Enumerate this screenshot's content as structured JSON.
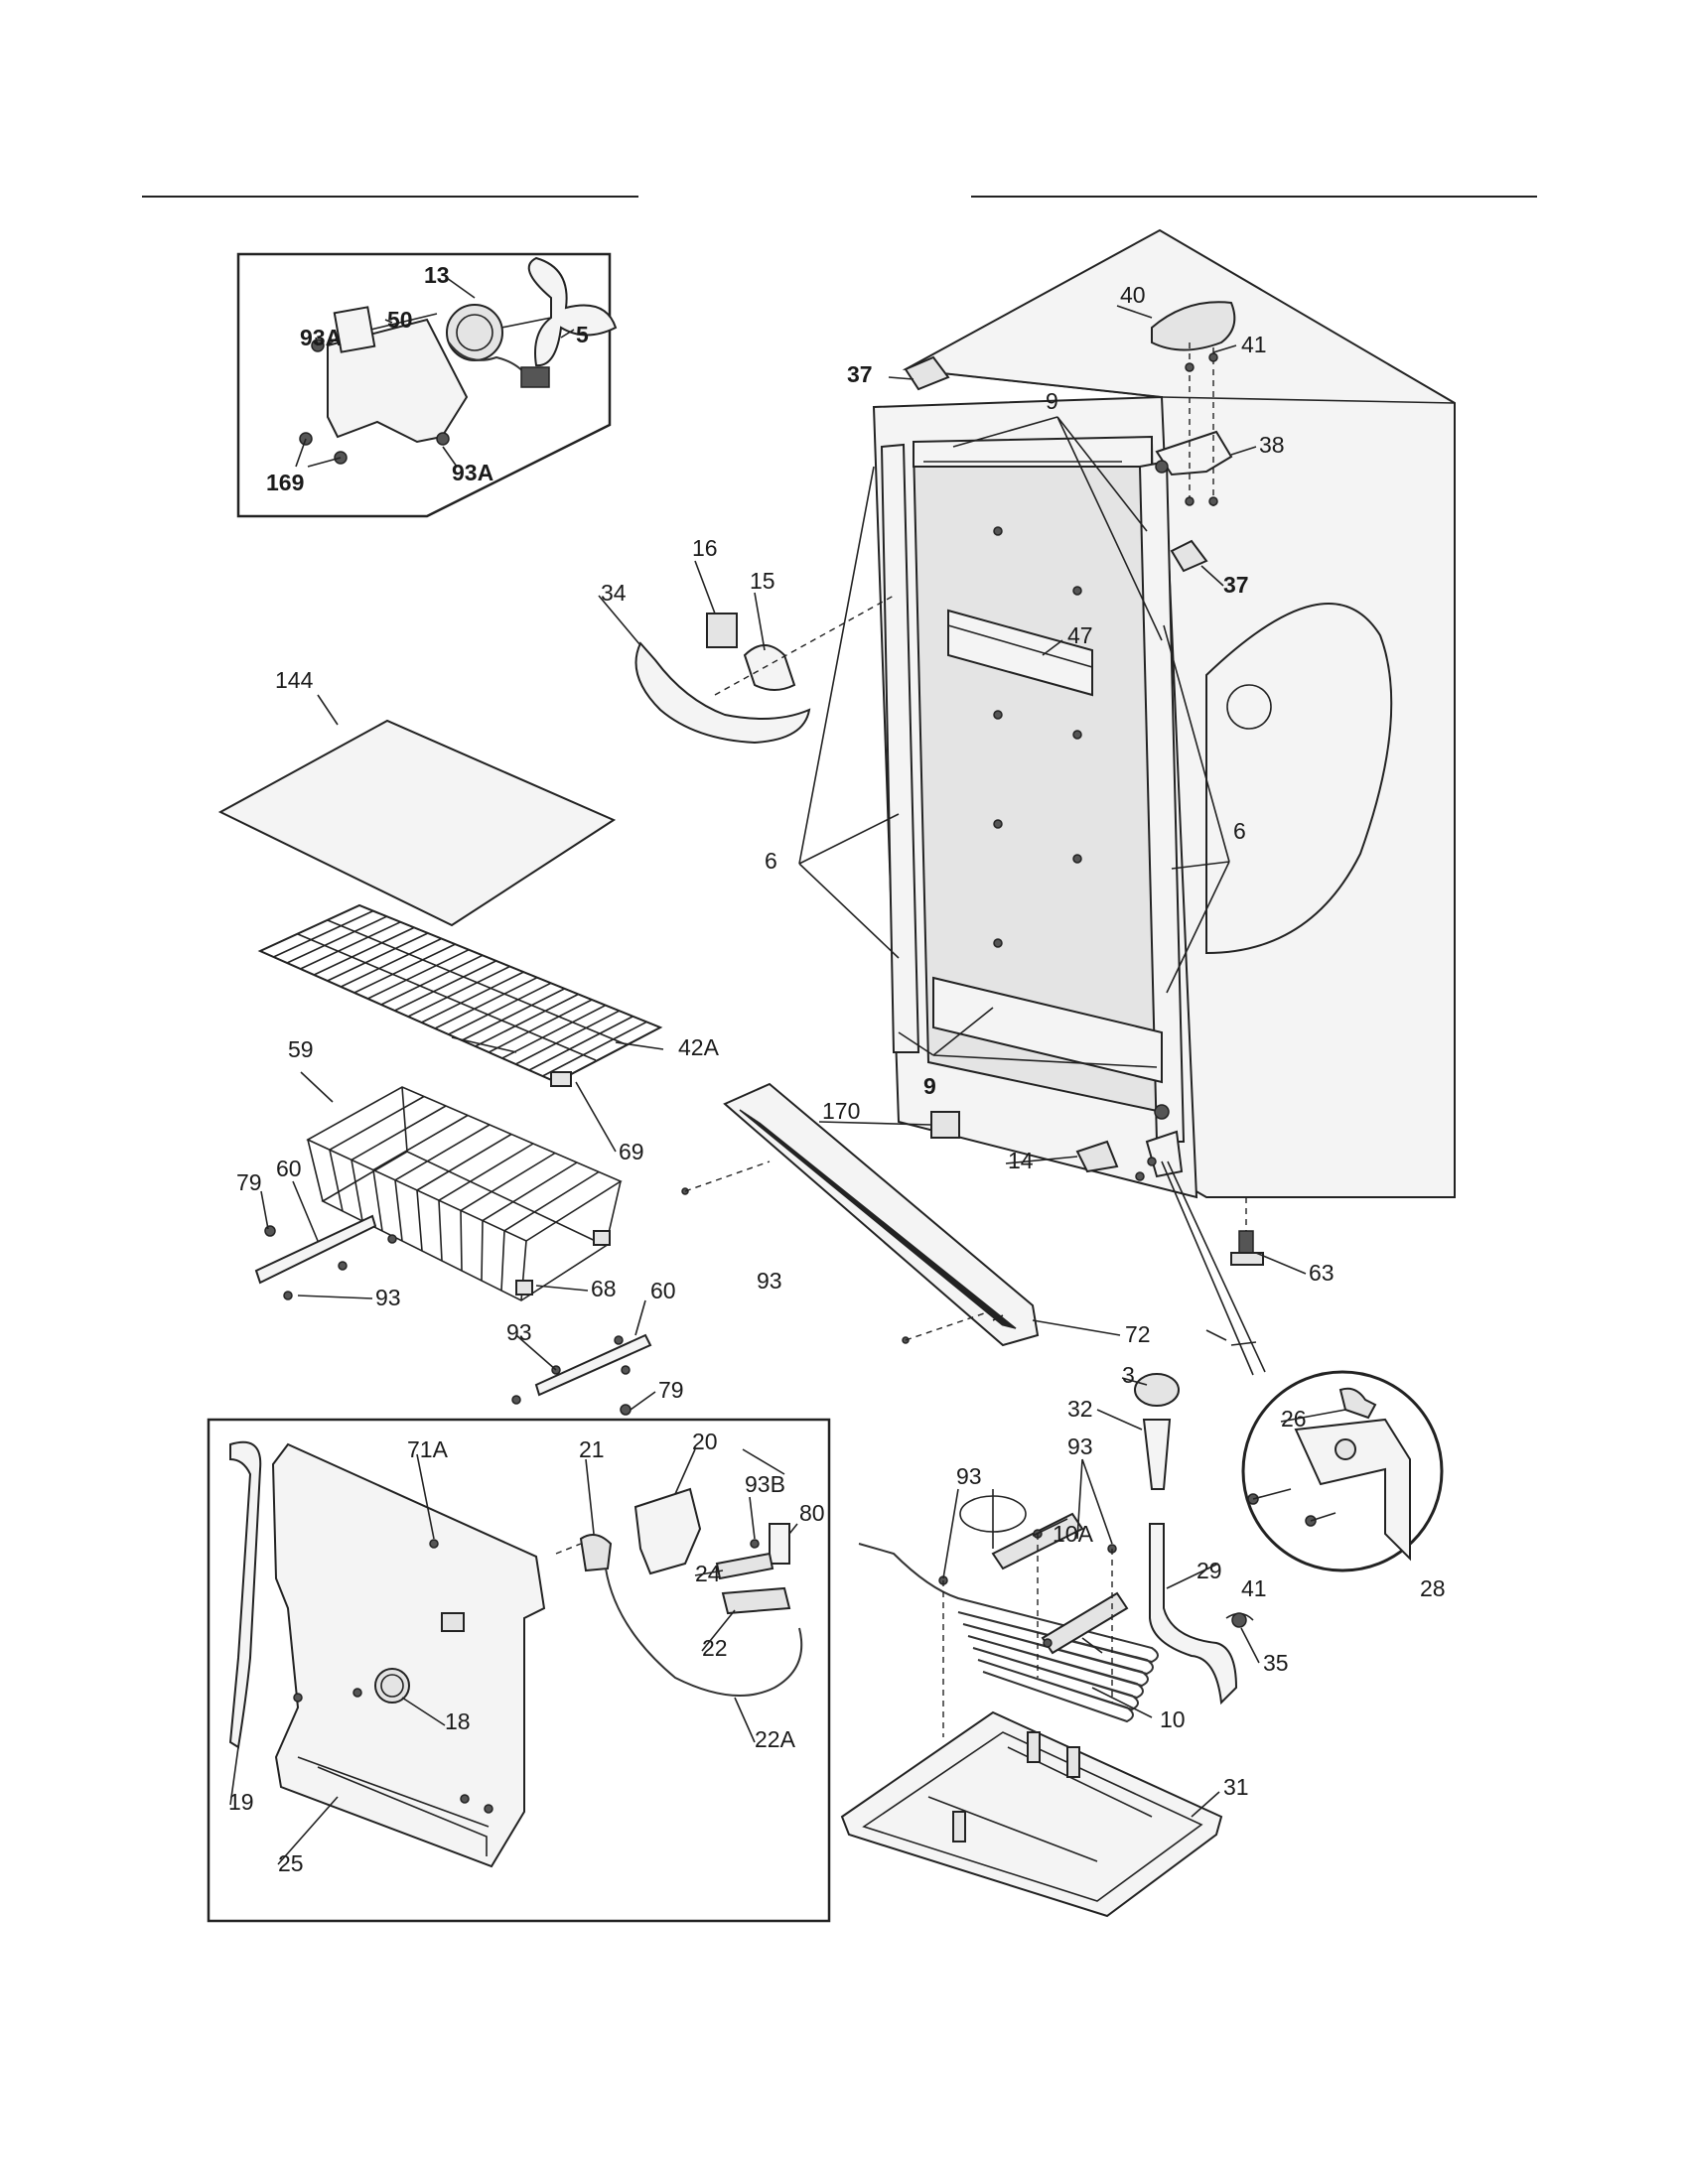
{
  "labels": {
    "l13": "13",
    "l93A_a": "93A",
    "l50": "50",
    "l5": "5",
    "l169": "169",
    "l93A_b": "93A",
    "l37_a": "37",
    "l37_b": "37",
    "l40": "40",
    "l41_a": "41",
    "l38": "38",
    "l9_a": "9",
    "l16": "16",
    "l15": "15",
    "l34": "34",
    "l47": "47",
    "l144": "144",
    "l6_a": "6",
    "l6_b": "6",
    "l42A": "42A",
    "l59": "59",
    "l69": "69",
    "l9_b": "9",
    "l170": "170",
    "l14": "14",
    "l79_a": "79",
    "l60_a": "60",
    "l93_a": "93",
    "l68": "68",
    "l93_b": "93",
    "l60_b": "60",
    "l93_c": "93",
    "l79_b": "79",
    "l72": "72",
    "l63": "63",
    "l3": "3",
    "l32": "32",
    "l26": "26",
    "l71A": "71A",
    "l21": "21",
    "l20": "20",
    "l93B": "93B",
    "l80": "80",
    "l93_d": "93",
    "l93_e": "93",
    "l10A": "10A",
    "l24": "24",
    "l22": "22",
    "l29": "29",
    "l41_b": "41",
    "l28": "28",
    "l35": "35",
    "l18": "18",
    "l22A": "22A",
    "l10": "10",
    "l19": "19",
    "l31": "31",
    "l25": "25"
  }
}
